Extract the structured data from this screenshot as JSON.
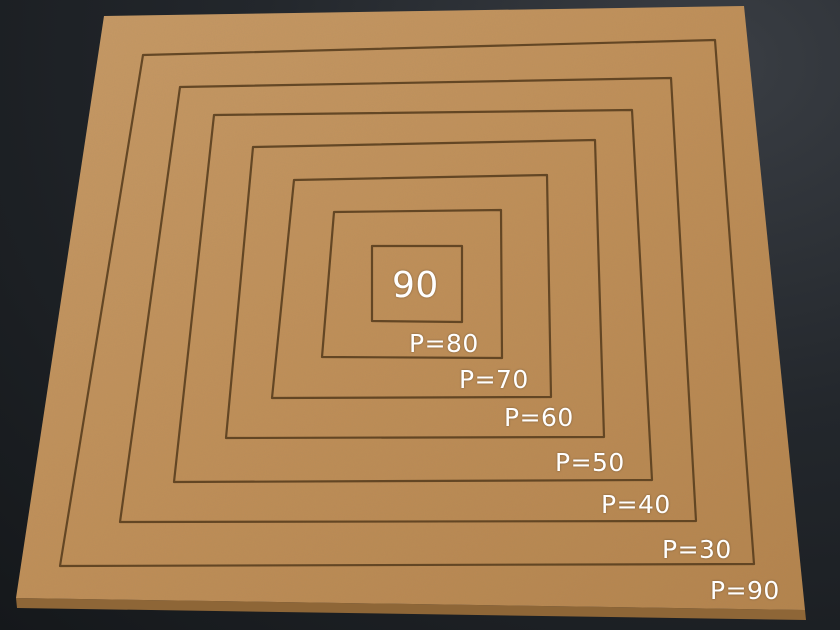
{
  "colors": {
    "background": "#1f2226",
    "board": "#c08f58",
    "engraving": "#5a3f1f",
    "label_text": "#ffffff"
  },
  "labels": {
    "center": "90",
    "p80": "P=80",
    "p70": "P=70",
    "p60": "P=60",
    "p50": "P=50",
    "p40": "P=40",
    "p30": "P=30",
    "p90": "P=90"
  }
}
